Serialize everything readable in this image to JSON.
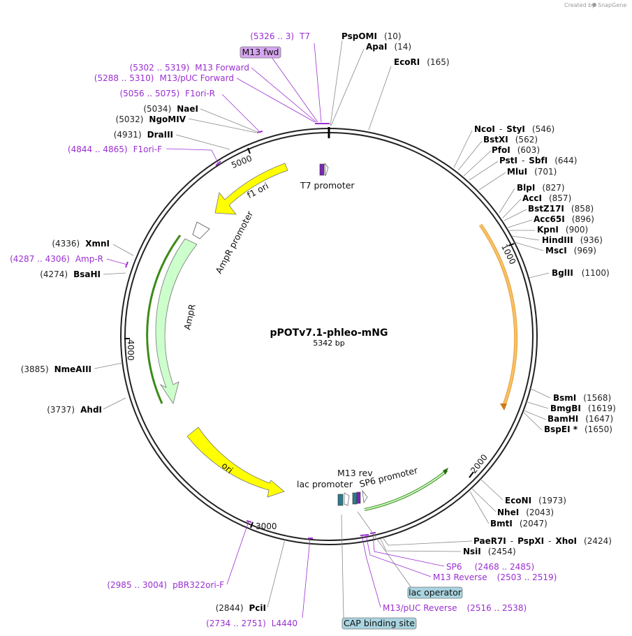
{
  "credit": "Created by",
  "credit_brand": "SnapGene",
  "map": {
    "name": "pPOTv7.1-phleo-mNG",
    "size": "5342 bp",
    "ticks": [
      "1000",
      "2000",
      "3000",
      "4000",
      "5000"
    ]
  },
  "features": {
    "f1ori": "f1 ori",
    "t7prom": "T7 promoter",
    "ampr_prom": "AmpR promoter",
    "ampr": "AmpR",
    "ori": "ori",
    "lac_prom": "lac promoter",
    "m13rev": "M13 rev",
    "sp6prom": "SP6 promoter"
  },
  "sites_right": [
    {
      "name": "PspOMI",
      "pos": "(10)"
    },
    {
      "name": "ApaI",
      "pos": "(14)"
    },
    {
      "name": "EcoRI",
      "pos": "(165)"
    },
    {
      "name": "NcoI",
      "sep": "-",
      "name2": "StyI",
      "pos": "(546)"
    },
    {
      "name": "BstXI",
      "pos": "(562)"
    },
    {
      "name": "PfoI",
      "pos": "(603)"
    },
    {
      "name": "PstI",
      "sep": "-",
      "name2": "SbfI",
      "pos": "(644)"
    },
    {
      "name": "MluI",
      "pos": "(701)"
    },
    {
      "name": "BlpI",
      "pos": "(827)"
    },
    {
      "name": "AccI",
      "pos": "(857)"
    },
    {
      "name": "BstZ17I",
      "pos": "(858)"
    },
    {
      "name": "Acc65I",
      "pos": "(896)"
    },
    {
      "name": "KpnI",
      "pos": "(900)"
    },
    {
      "name": "HindIII",
      "pos": "(936)"
    },
    {
      "name": "MscI",
      "pos": "(969)"
    },
    {
      "name": "BglII",
      "pos": "(1100)"
    },
    {
      "name": "BsmI",
      "pos": "(1568)"
    },
    {
      "name": "BmgBI",
      "pos": "(1619)"
    },
    {
      "name": "BamHI",
      "pos": "(1647)"
    },
    {
      "name": "BspEI *",
      "pos": "(1650)"
    },
    {
      "name": "EcoNI",
      "pos": "(1973)"
    },
    {
      "name": "NheI",
      "pos": "(2043)"
    },
    {
      "name": "BmtI",
      "pos": "(2047)"
    },
    {
      "name": "PaeR7I",
      "sep": "-",
      "name2": "PspXI",
      "sep2": "-",
      "name3": "XhoI",
      "pos": "(2424)"
    },
    {
      "name": "NsiI",
      "pos": "(2454)"
    }
  ],
  "sites_left": [
    {
      "name": "NaeI",
      "pos": "(5034)"
    },
    {
      "name": "NgoMIV",
      "pos": "(5032)"
    },
    {
      "name": "DraIII",
      "pos": "(4931)"
    },
    {
      "name": "XmnI",
      "pos": "(4336)"
    },
    {
      "name": "BsaHI",
      "pos": "(4274)"
    },
    {
      "name": "NmeAIII",
      "pos": "(3885)"
    },
    {
      "name": "AhdI",
      "pos": "(3737)"
    },
    {
      "name": "PciI",
      "pos": "(2844)"
    }
  ],
  "primers": [
    {
      "range": "(5326 .. 3)",
      "name": "T7"
    },
    {
      "range": "(5302 .. 5319)",
      "name": "M13 Forward"
    },
    {
      "range": "(5288 .. 5310)",
      "name": "M13/pUC Forward"
    },
    {
      "range": "(5056 .. 5075)",
      "name": "F1ori-R"
    },
    {
      "range": "(4844 .. 4865)",
      "name": "F1ori-F"
    },
    {
      "range": "(4287 .. 4306)",
      "name": "Amp-R"
    },
    {
      "range": "(2985 .. 3004)",
      "name": "pBR322ori-F"
    },
    {
      "range": "(2734 .. 2751)",
      "name": "L4440"
    },
    {
      "name": "SP6",
      "range": "(2468 .. 2485)"
    },
    {
      "name": "M13 Reverse",
      "range": "(2503 .. 2519)"
    },
    {
      "name": "M13/pUC Reverse",
      "range": "(2516 .. 2538)"
    }
  ],
  "boxes": {
    "m13fwd": "M13 fwd",
    "lac_operator": "lac operator",
    "cap_site": "CAP binding site"
  },
  "colors": {
    "yellow": "#ffff00",
    "green_light": "#ccffcc",
    "green_line": "#3c8a17",
    "orange": "#f7c167",
    "primer": "#9a2fd1",
    "box_blue": "#a9d4e0",
    "box_purple": "#d6a5f0"
  }
}
